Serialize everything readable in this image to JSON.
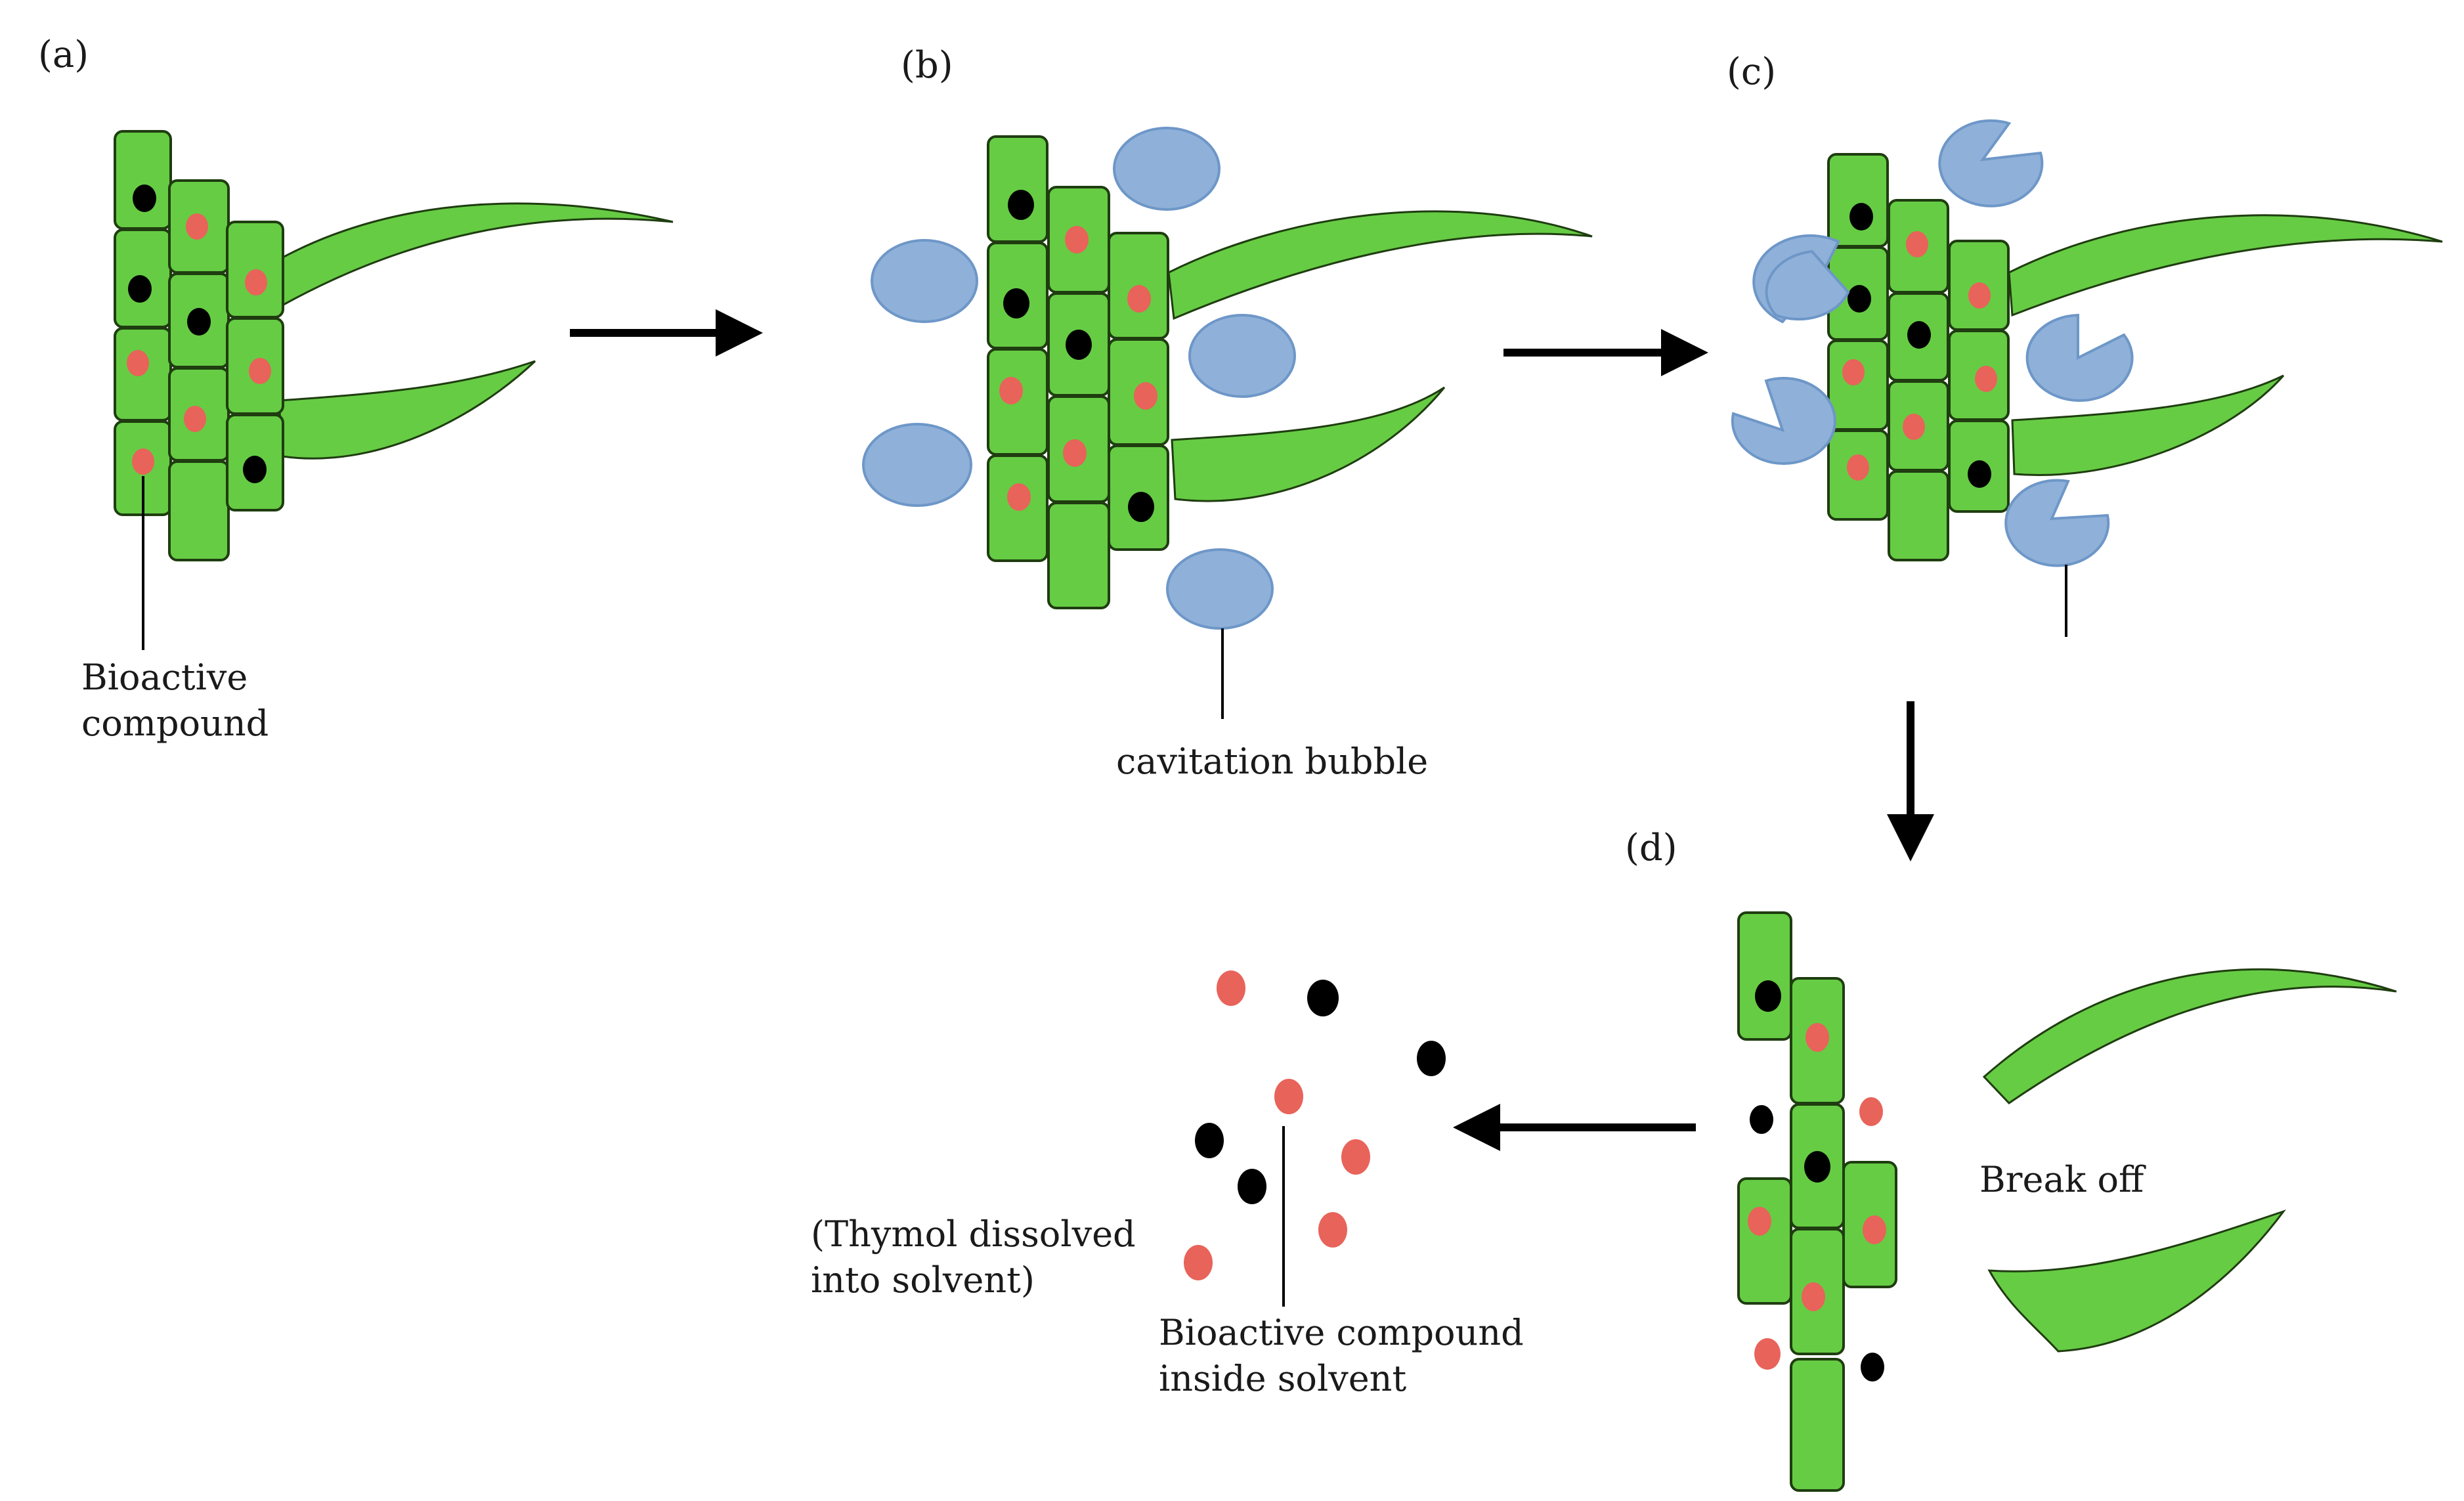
{
  "panels": {
    "a": "(a)",
    "b": "(b)",
    "c": "(c)",
    "d": "(d)"
  },
  "labels": {
    "bioactive_line1": "Bioactive",
    "bioactive_line2": "compound",
    "cavitation_bubble": "cavitation  bubble",
    "break_off": "Break off",
    "thymol_line1": "(Thymol dissolved",
    "thymol_line2": "into solvent)",
    "inside_line1": "Bioactive compound",
    "inside_line2": "inside solvent"
  },
  "colors": {
    "cell_fill": "#66cc44",
    "cell_stroke": "#1f3d10",
    "bubble": "#8fb1d9",
    "bubble_stroke": "#6e97c8",
    "dot_red": "#e8635a",
    "dot_black": "#000000",
    "arrow": "#000000"
  }
}
